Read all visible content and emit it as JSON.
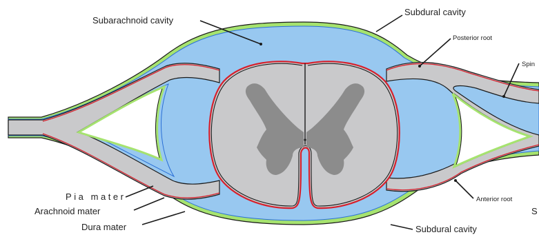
{
  "labels": {
    "subarachnoid_cavity": "Subarachnoid cavity",
    "subdural_cavity_top": "Subdural cavity",
    "posterior_root": "Posterior root",
    "spinal_ganglion_partial": "Spin",
    "pia_mater": "Pia mater",
    "arachnoid_mater": "Arachnoid mater",
    "dura_mater": "Dura mater",
    "anterior_root": "Anterior root",
    "right_partial": "S",
    "subdural_cavity_bottom": "Subdural cavity"
  },
  "colors": {
    "dura": "#a6e36f",
    "csf": "#98c8f0",
    "nerve": "#c9c9cb",
    "gray_matter": "#8c8c8c",
    "pia": "#d6202c",
    "arachnoid": "#2a6fd6",
    "outline": "#1a1a1a"
  }
}
